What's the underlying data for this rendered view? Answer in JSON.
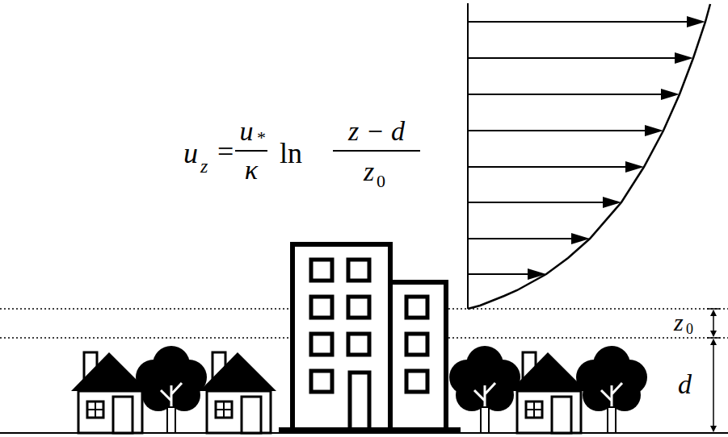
{
  "diagram": {
    "labels": [
      "u",
      "z",
      "=",
      "u",
      "*",
      "κ",
      "ln",
      "z − d",
      "z",
      "0",
      "z",
      "0",
      "d"
    ]
  }
}
